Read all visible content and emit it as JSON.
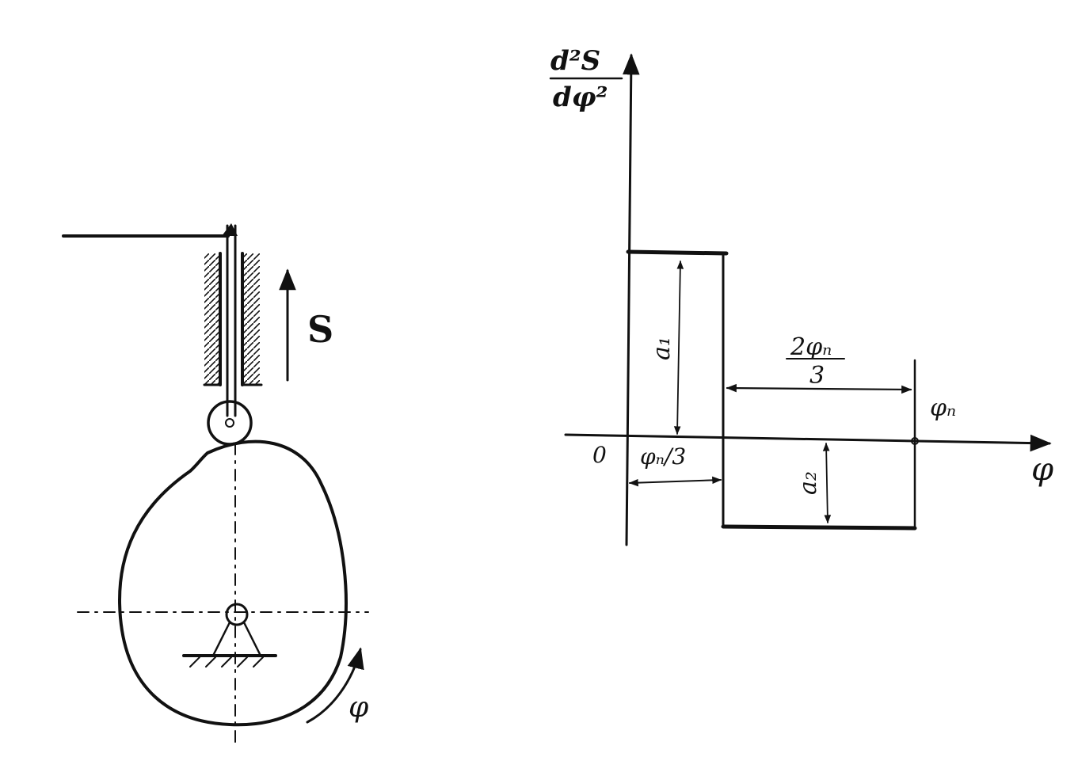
{
  "mechanism": {
    "follower_label": "S",
    "rotation_label": "φ"
  },
  "graph": {
    "y_axis_label_numerator": "d²S",
    "y_axis_label_denominator": "dφ²",
    "x_axis_label": "φ",
    "origin_label": "0",
    "a1_label": "a₁",
    "a2_label": "a₂",
    "span_total_label": "φₙ",
    "span_first_label": "φₙ/3",
    "span_second_label_numerator": "2φₙ",
    "span_second_label_denominator": "3"
  },
  "colors": {
    "ink": "#111111",
    "background": "#ffffff"
  }
}
